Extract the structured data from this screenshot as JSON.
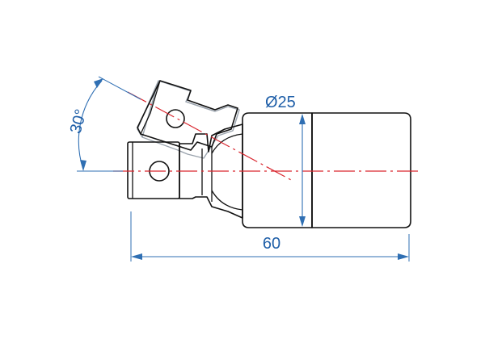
{
  "dimensions": {
    "angle_label": "30°",
    "diameter_label": "Ø25",
    "length_label": "60"
  },
  "colors": {
    "outline": "#111111",
    "centerline": "#d9262e",
    "dimension": "#2f6fb3"
  }
}
